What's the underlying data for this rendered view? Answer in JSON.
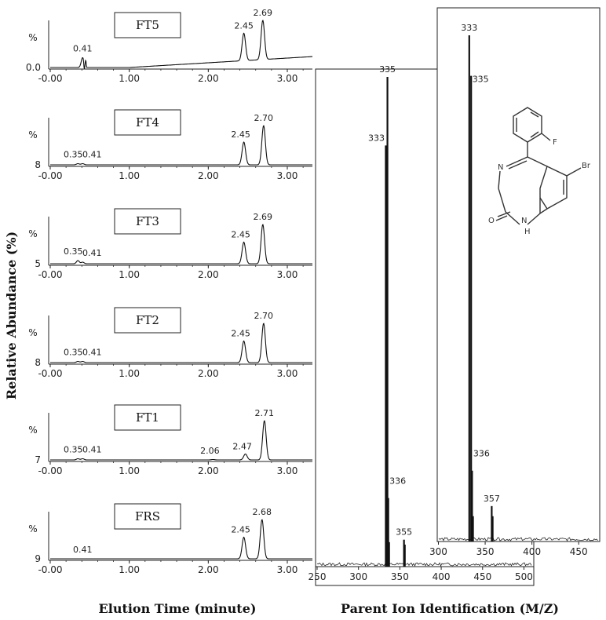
{
  "figure": {
    "ylabel": "Relative Abundance (%)",
    "xlabel_left": "Elution Time (minute)",
    "xlabel_right": "Parent Ion Identification (M/Z)"
  },
  "chart_data": [
    {
      "type": "line",
      "title": "FT5",
      "baseline_label": "0.0",
      "percent_label": "%",
      "xlim": [
        0,
        3.35
      ],
      "xticks": [
        "-0.00",
        "1.00",
        "2.00",
        "3.00"
      ],
      "peaks": [
        {
          "x": 0.41,
          "height": 0.25,
          "label": "0.41"
        },
        {
          "x": 2.45,
          "height": 0.7,
          "label": "2.45"
        },
        {
          "x": 2.69,
          "height": 1.0,
          "label": "2.69"
        }
      ],
      "baseline_drift": true
    },
    {
      "type": "line",
      "title": "FT4",
      "baseline_label": "8",
      "percent_label": "%",
      "xlim": [
        0,
        3.35
      ],
      "xticks": [
        "-0.00",
        "1.00",
        "2.00",
        "3.00"
      ],
      "peaks": [
        {
          "x": 0.35,
          "height": 0.03,
          "label": "0.35"
        },
        {
          "x": 0.41,
          "height": 0.03,
          "label": "0.41"
        },
        {
          "x": 2.45,
          "height": 0.58,
          "label": "2.45"
        },
        {
          "x": 2.7,
          "height": 1.0,
          "label": "2.70"
        }
      ]
    },
    {
      "type": "line",
      "title": "FT3",
      "baseline_label": "5",
      "percent_label": "%",
      "xlim": [
        0,
        3.35
      ],
      "xticks": [
        "-0.00",
        "1.00",
        "2.00",
        "3.00"
      ],
      "peaks": [
        {
          "x": 0.35,
          "height": 0.08,
          "label": "0.35"
        },
        {
          "x": 0.41,
          "height": 0.04,
          "label": "0.41"
        },
        {
          "x": 2.45,
          "height": 0.55,
          "label": "2.45"
        },
        {
          "x": 2.69,
          "height": 1.0,
          "label": "2.69"
        }
      ]
    },
    {
      "type": "line",
      "title": "FT2",
      "baseline_label": "8",
      "percent_label": "%",
      "xlim": [
        0,
        3.35
      ],
      "xticks": [
        "-0.00",
        "1.00",
        "2.00",
        "3.00"
      ],
      "peaks": [
        {
          "x": 0.35,
          "height": 0.03,
          "label": "0.35"
        },
        {
          "x": 0.41,
          "height": 0.03,
          "label": "0.41"
        },
        {
          "x": 2.45,
          "height": 0.55,
          "label": "2.45"
        },
        {
          "x": 2.7,
          "height": 1.0,
          "label": "2.70"
        }
      ]
    },
    {
      "type": "line",
      "title": "FT1",
      "baseline_label": "7",
      "percent_label": "%",
      "xlim": [
        0,
        3.35
      ],
      "xticks": [
        "-0.00",
        "1.00",
        "2.00",
        "3.00"
      ],
      "peaks": [
        {
          "x": 0.35,
          "height": 0.03,
          "label": "0.35"
        },
        {
          "x": 0.41,
          "height": 0.03,
          "label": "0.41"
        },
        {
          "x": 2.06,
          "height": 0.01,
          "label": "2.06"
        },
        {
          "x": 2.47,
          "height": 0.15,
          "label": "2.47"
        },
        {
          "x": 2.71,
          "height": 1.0,
          "label": "2.71"
        }
      ]
    },
    {
      "type": "line",
      "title": "FRS",
      "baseline_label": "9",
      "percent_label": "%",
      "xlim": [
        0,
        3.35
      ],
      "xticks": [
        "-0.00",
        "1.00",
        "2.00",
        "3.00"
      ],
      "peaks": [
        {
          "x": 0.41,
          "height": 0.0,
          "label": "0.41"
        },
        {
          "x": 2.45,
          "height": 0.55,
          "label": "2.45"
        },
        {
          "x": 2.68,
          "height": 1.0,
          "label": "2.68"
        }
      ]
    },
    {
      "type": "bar",
      "title": "",
      "xlim": [
        250,
        510
      ],
      "xticks": [
        "250",
        "300",
        "350",
        "400",
        "450",
        "500"
      ],
      "peaks": [
        {
          "x": 333,
          "height": 0.86,
          "label": "333"
        },
        {
          "x": 335,
          "height": 1.0,
          "label": "335"
        },
        {
          "x": 336,
          "height": 0.14,
          "label": "336"
        },
        {
          "x": 337,
          "height": 0.05,
          "label": ""
        },
        {
          "x": 355,
          "height": 0.055,
          "label": "355"
        },
        {
          "x": 356,
          "height": 0.045,
          "label": ""
        }
      ]
    },
    {
      "type": "bar",
      "title": "",
      "xlim": [
        287,
        475
      ],
      "xticks": [
        "300",
        "350",
        "400",
        "450"
      ],
      "peaks": [
        {
          "x": 333,
          "height": 1.0,
          "label": "333"
        },
        {
          "x": 335,
          "height": 0.92,
          "label": "335"
        },
        {
          "x": 336,
          "height": 0.14,
          "label": "336"
        },
        {
          "x": 337,
          "height": 0.05,
          "label": ""
        },
        {
          "x": 357,
          "height": 0.07,
          "label": "357"
        },
        {
          "x": 358,
          "height": 0.05,
          "label": ""
        }
      ]
    }
  ],
  "structure": {
    "atoms": [
      "F",
      "N",
      "Br",
      "O",
      "N",
      "H"
    ]
  }
}
